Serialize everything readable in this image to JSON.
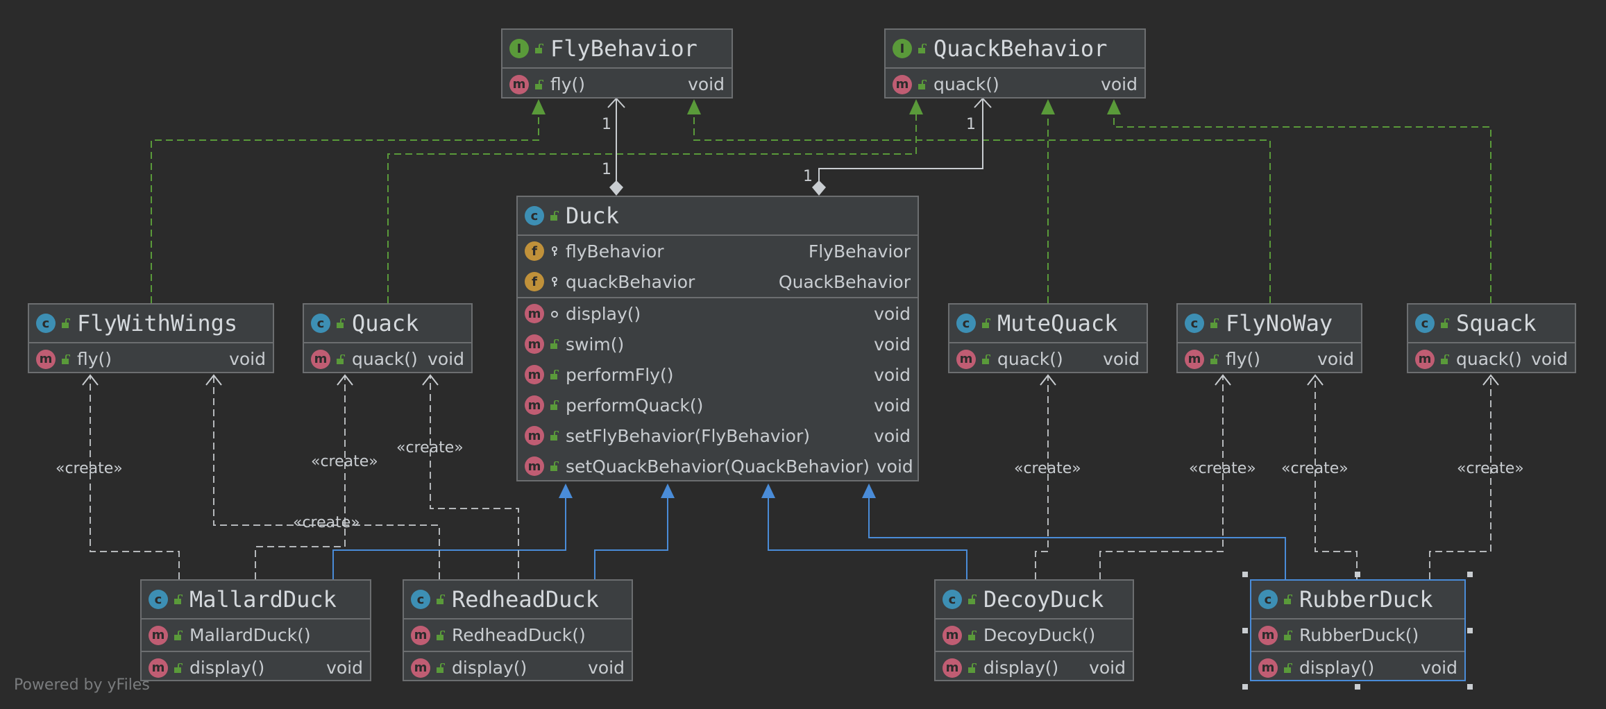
{
  "footer": "Powered by yFiles",
  "icons": {
    "class": "c",
    "interface": "I",
    "method": "m",
    "field": "f",
    "public": "open-lock-icon",
    "private": "key-icon",
    "package": "circle-icon"
  },
  "colors": {
    "background": "#2b2b2b",
    "box_fill": "#3c3f41",
    "implements_edge": "#5a9a3a",
    "extends_edge": "#4a8cd8",
    "dependency_edge": "#aaaaaa",
    "selection": "#4a8cd8"
  },
  "nodes": {
    "fly_behavior": {
      "title": "FlyBehavior",
      "members": [
        {
          "name": "fly()",
          "type": "void"
        }
      ]
    },
    "quack_behavior": {
      "title": "QuackBehavior",
      "members": [
        {
          "name": "quack()",
          "type": "void"
        }
      ]
    },
    "duck": {
      "title": "Duck",
      "fields": [
        {
          "name": "flyBehavior",
          "type": "FlyBehavior"
        },
        {
          "name": "quackBehavior",
          "type": "QuackBehavior"
        }
      ],
      "methods": [
        {
          "name": "display()",
          "type": "void"
        },
        {
          "name": "swim()",
          "type": "void"
        },
        {
          "name": "performFly()",
          "type": "void"
        },
        {
          "name": "performQuack()",
          "type": "void"
        },
        {
          "name": "setFlyBehavior(FlyBehavior)",
          "type": "void"
        },
        {
          "name": "setQuackBehavior(QuackBehavior)",
          "type": "void"
        }
      ]
    },
    "fly_with_wings": {
      "title": "FlyWithWings",
      "members": [
        {
          "name": "fly()",
          "type": "void"
        }
      ]
    },
    "quack": {
      "title": "Quack",
      "members": [
        {
          "name": "quack()",
          "type": "void"
        }
      ]
    },
    "mute_quack": {
      "title": "MuteQuack",
      "members": [
        {
          "name": "quack()",
          "type": "void"
        }
      ]
    },
    "fly_no_way": {
      "title": "FlyNoWay",
      "members": [
        {
          "name": "fly()",
          "type": "void"
        }
      ]
    },
    "squack": {
      "title": "Squack",
      "members": [
        {
          "name": "quack()",
          "type": "void"
        }
      ]
    },
    "mallard_duck": {
      "title": "MallardDuck",
      "members": [
        {
          "name": "MallardDuck()",
          "type": ""
        },
        {
          "name": "display()",
          "type": "void"
        }
      ]
    },
    "redhead_duck": {
      "title": "RedheadDuck",
      "members": [
        {
          "name": "RedheadDuck()",
          "type": ""
        },
        {
          "name": "display()",
          "type": "void"
        }
      ]
    },
    "decoy_duck": {
      "title": "DecoyDuck",
      "members": [
        {
          "name": "DecoyDuck()",
          "type": ""
        },
        {
          "name": "display()",
          "type": "void"
        }
      ]
    },
    "rubber_duck": {
      "title": "RubberDuck",
      "members": [
        {
          "name": "RubberDuck()",
          "type": ""
        },
        {
          "name": "display()",
          "type": "void"
        }
      ]
    }
  },
  "edge_labels": {
    "create": "«create»",
    "multiplicity": "1"
  }
}
